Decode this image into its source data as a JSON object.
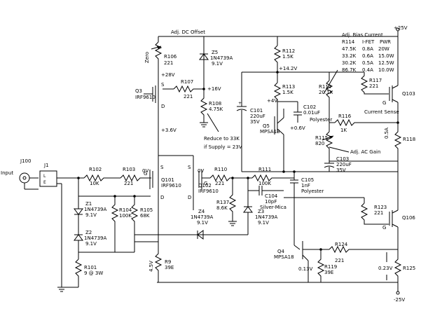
{
  "rails": {
    "pos": "+25V",
    "neg": "-25V"
  },
  "input": {
    "label": "Input",
    "jack": "J100",
    "connector": "J1"
  },
  "notes": {
    "dc_offset": "Adj. DC Offset",
    "bias_current": "Adj. Bias Current",
    "zero": "Zero",
    "reduce": "Reduce to 33K",
    "supply": "if Supply = 23V",
    "ac_gain": "Adj. AC Gain",
    "current_sense": "Current Sense",
    "vert_0_5a": "0.5A",
    "vert_4_5v": "4.5V"
  },
  "bias_table": {
    "headers": [
      "R114",
      "I-FET",
      "PWR"
    ],
    "rows": [
      [
        "47.5K",
        "0.8A",
        "20W"
      ],
      [
        "33.2K",
        "0.6A",
        "15.0W"
      ],
      [
        "30.2K",
        "0.5A",
        "12.5W"
      ],
      [
        "86.7K",
        "0.4A",
        "10.0W"
      ]
    ]
  },
  "components": {
    "r106": {
      "ref": "R106",
      "val": "221"
    },
    "z5": {
      "ref": "Z5",
      "type": "1N4739A",
      "val": "9.1V"
    },
    "q3": {
      "ref": "Q3",
      "type": "IRF9610"
    },
    "r107": {
      "ref": "R107",
      "val": "221"
    },
    "r108": {
      "ref": "R108",
      "val": "4.75K"
    },
    "r112": {
      "ref": "R112",
      "val": "1.5K"
    },
    "r113": {
      "ref": "R113",
      "val": "1.5K"
    },
    "r114": {
      "ref": "R114",
      "val": "20.1K"
    },
    "r117": {
      "ref": "R117",
      "val": "221"
    },
    "q103": {
      "ref": "Q103"
    },
    "c101": {
      "ref": "C101",
      "val": "220uF",
      "volt": "35V"
    },
    "c102": {
      "ref": "C102",
      "val": "0.01uF",
      "type": "Polyester"
    },
    "q5": {
      "ref": "Q5",
      "type": "MPSA18"
    },
    "r116": {
      "ref": "R116",
      "val": "1K"
    },
    "r115": {
      "ref": "R115",
      "val": "820"
    },
    "r118": {
      "ref": "R118"
    },
    "c103": {
      "ref": "C103",
      "val": "220uF",
      "volt": "35V"
    },
    "r102": {
      "ref": "R102",
      "val": "10K"
    },
    "r103": {
      "ref": "R103",
      "val": "221"
    },
    "q101": {
      "ref": "Q101",
      "type": "IRF9610"
    },
    "q102": {
      "ref": "Q102",
      "type": "IRF9610"
    },
    "r110": {
      "ref": "R110",
      "val": "221"
    },
    "r111": {
      "ref": "R111",
      "val": "100K"
    },
    "c105": {
      "ref": "C105",
      "val": "1nF",
      "type": "Polyester"
    },
    "c104": {
      "ref": "C104",
      "val": "10pF",
      "type": "Silver-Mica"
    },
    "r137": {
      "ref": "R137",
      "val": "8.6K"
    },
    "z1": {
      "ref": "Z1",
      "type": "1N4739A",
      "val": "9.1V"
    },
    "z2": {
      "ref": "Z2",
      "type": "1N4739A",
      "val": "9.1V"
    },
    "r104": {
      "ref": "R104",
      "val": "100K"
    },
    "r105": {
      "ref": "R105",
      "val": "68K"
    },
    "z4": {
      "ref": "Z4",
      "type": "1N4739A",
      "val": "9.1V"
    },
    "z3": {
      "ref": "Z3",
      "type": "1N4739A",
      "val": "9.1V"
    },
    "r123": {
      "ref": "R123",
      "val": "221"
    },
    "q106": {
      "ref": "Q106"
    },
    "r101": {
      "ref": "R101",
      "val": "9 @ 3W"
    },
    "r9": {
      "ref": "R9",
      "val": "39E"
    },
    "q4": {
      "ref": "Q4",
      "type": "MPSA18"
    },
    "r124": {
      "ref": "R124",
      "val": "221"
    },
    "r119": {
      "ref": "R119",
      "val": "39E"
    },
    "r125": {
      "ref": "R125"
    }
  },
  "voltages": {
    "v28": "+28V",
    "v16": "+16V",
    "v3_6": "+3.6V",
    "v14_2": "+14.2V",
    "v4": "+4V",
    "v0_6": "+0.6V",
    "v0a": "0V",
    "v0b": "0V",
    "v0_13": "0.13V",
    "v0_23": "0.23V"
  },
  "pins": {
    "s": "S",
    "d": "D",
    "g": "G"
  }
}
